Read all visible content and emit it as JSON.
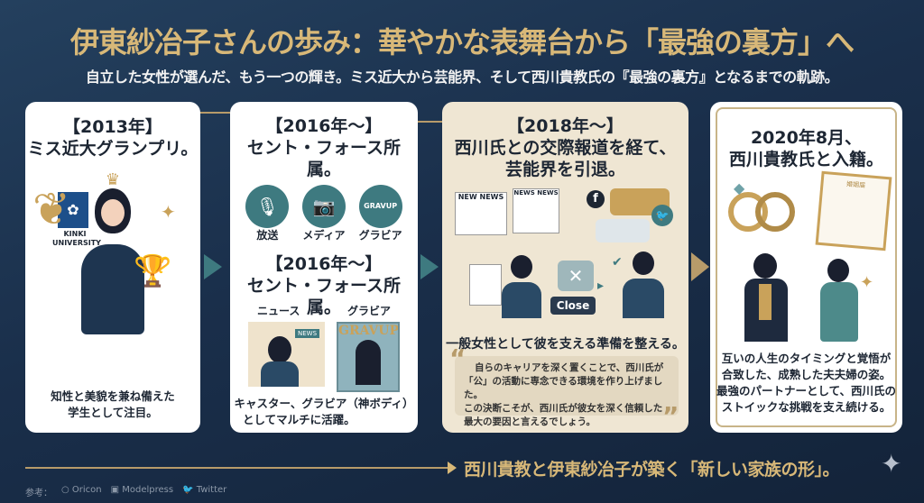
{
  "header": {
    "title": "伊東紗冶子さんの歩み：華やかな表舞台から「最強の裏方」へ",
    "subtitle": "自立した女性が選んだ、もう一つの輝き。ミス近大から芸能界、そして西川貴教氏の『最強の裏方』となるまでの軌跡。"
  },
  "cards": [
    {
      "heading1": "【2013年】",
      "heading2": "ミス近大グランプリ。",
      "logo": "KINKI UNIVERSITY",
      "body1": "知性と美貌を兼ね備えた",
      "body2": "学生として注目。"
    },
    {
      "heading1": "【2016年～】",
      "heading2": "セント・フォース所属。",
      "icons": [
        {
          "icon": "microphone-icon",
          "label": "放送"
        },
        {
          "icon": "camera-icon",
          "label": "メディア"
        },
        {
          "icon": "magazine-icon",
          "label": "グラビア",
          "cover": "GRAVUP"
        }
      ],
      "heading3": "【2016年～】",
      "heading4": "セント・フォース所属。",
      "cap1": "ニュース",
      "cap2": "グラビア",
      "news_badge": "NEWS",
      "magazine": "GRAVUP",
      "body1": "キャスター、グラビア（神ボディ）",
      "body2": "としてマルチに活躍。"
    },
    {
      "heading1": "【2018年～】",
      "heading2": "西川氏との交際報道を経て、",
      "heading3": "芸能界を引退。",
      "paper1": "NEW NEWS",
      "paper2": "NEWS NEWS",
      "close": "Close",
      "lead": "一般女性として彼を支える準備を整える。",
      "quote": [
        "自らのキャリアを深く置くことで、西川氏が",
        "「公」の活動に専念できる環境を作り上げました。",
        "この決断こそが、西川氏が彼女を深く信頼した",
        "最大の要因と言えるでしょう。"
      ]
    },
    {
      "heading1": "2020年8月、",
      "heading2": "西川貴教氏と入籍。",
      "doc": "婚姻届",
      "body": [
        "互いの人生のタイミングと覚悟が",
        "合致した、成熟した夫夫婦の姿。",
        "最強のパートナーとして、西川氏の",
        "ストイックな挑戦を支え続ける。"
      ]
    }
  ],
  "footer": {
    "tagline": "西川貴教と伊東紗冶子が築く「新しい家族の形」。",
    "sources_label": "参考：",
    "sources": [
      "Oricon",
      "Modelpress",
      "Twitter"
    ]
  },
  "colors": {
    "gold": "#d8b878",
    "teal": "#3e7a80",
    "navy": "#1a2f4b",
    "beige": "#efe6d3"
  }
}
